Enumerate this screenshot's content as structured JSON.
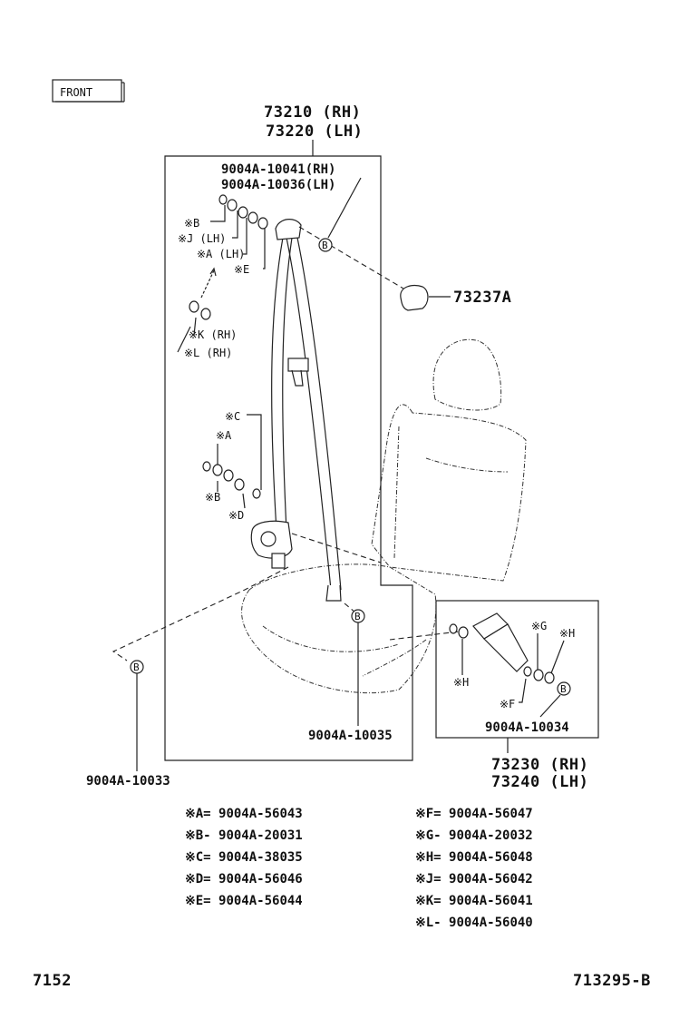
{
  "front_label": "FRONT",
  "belt_assembly": {
    "rh": "73210 (RH)",
    "lh": "73220 (LH)"
  },
  "anchor_bolts": {
    "rh": "9004A-10041(RH)",
    "lh": "9004A-10036(LH)"
  },
  "cover_part": "73237A",
  "buckle_assembly": {
    "rh": "73230 (RH)",
    "lh": "73240 (LH)"
  },
  "bolt_10035": "9004A-10035",
  "bolt_10034": "9004A-10034",
  "bolt_10033": "9004A-10033",
  "callout_b": "B",
  "upper_labels": {
    "b": "※B",
    "j": "※J (LH)",
    "a": "※A (LH)",
    "e": "※E",
    "k": "※K (RH)",
    "l": "※L (RH)"
  },
  "lower_labels": {
    "c": "※C",
    "a": "※A",
    "b": "※B",
    "d": "※D"
  },
  "buckle_labels": {
    "g": "※G",
    "h_top": "※H",
    "h_side": "※H",
    "f": "※F"
  },
  "legend_left": [
    "※A= 9004A-56043",
    "※B- 9004A-20031",
    "※C= 9004A-38035",
    "※D= 9004A-56046",
    "※E= 9004A-56044"
  ],
  "legend_right": [
    "※F= 9004A-56047",
    "※G- 9004A-20032",
    "※H= 9004A-56048",
    "※J= 9004A-56042",
    "※K= 9004A-56041",
    "※L- 9004A-56040"
  ],
  "page_number": "7152",
  "diagram_code": "713295-B"
}
